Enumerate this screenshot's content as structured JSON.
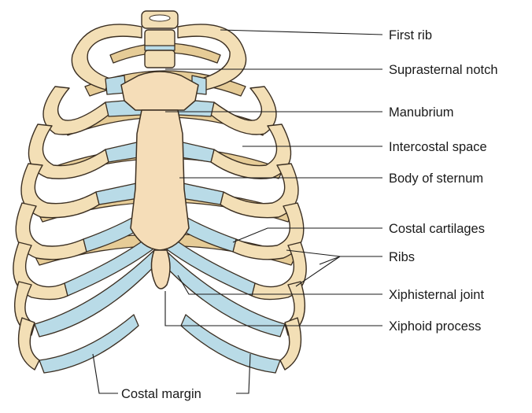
{
  "labels": {
    "first_rib": "First rib",
    "suprasternal_notch": "Suprasternal notch",
    "manubrium": "Manubrium",
    "intercostal_space": "Intercostal space",
    "body_of_sternum": "Body of sternum",
    "costal_cartilages": "Costal cartilages",
    "ribs": "Ribs",
    "xiphisternal_joint": "Xiphisternal joint",
    "xiphoid_process": "Xiphoid process",
    "costal_margin": "Costal margin"
  },
  "colors": {
    "bone": "#f3dfb6",
    "cartilage": "#b9dbe7",
    "outline": "#3b2f22"
  }
}
